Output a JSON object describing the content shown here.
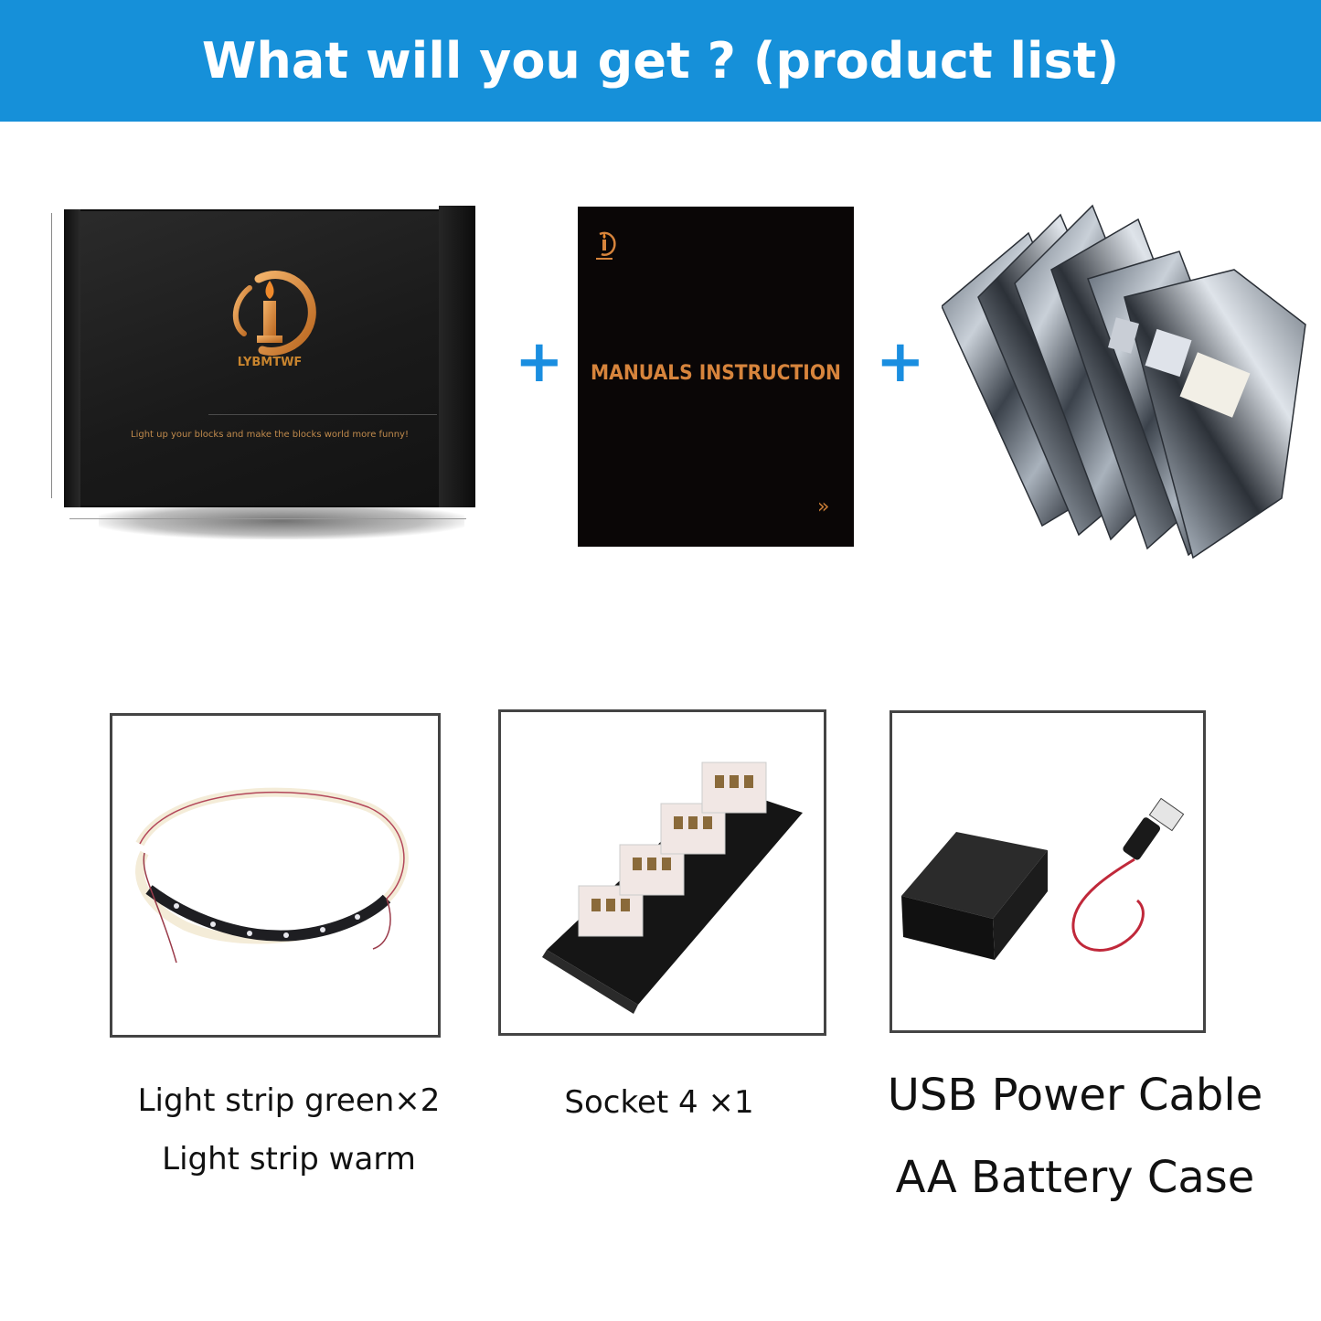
{
  "header": {
    "title": "What will you get ? (product list)",
    "background": "#1690d9"
  },
  "box": {
    "brand": "LYBMTWF",
    "slogan": "Light up your blocks and make the blocks world more funny!"
  },
  "plus_symbol": "+",
  "manual": {
    "title": "MANUALS INSTRUCTION",
    "arrow": "»"
  },
  "items": [
    {
      "line1": "Light strip green×2",
      "line2": "Light strip warm"
    },
    {
      "line1": "Socket 4 ×1"
    },
    {
      "line1": "USB Power Cable",
      "line2": "AA Battery Case"
    }
  ],
  "colors": {
    "accent_blue": "#1a8ee0",
    "manual_text": "#d7843c"
  }
}
